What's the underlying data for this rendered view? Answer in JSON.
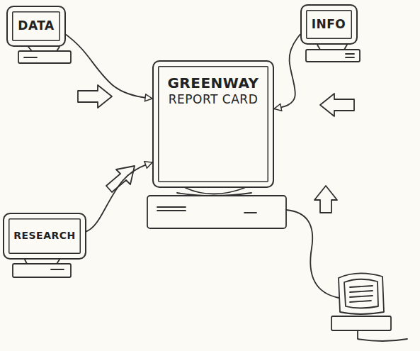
{
  "diagram": {
    "nodes": [
      {
        "text": [
          "DATA"
        ]
      },
      {
        "text": [
          "INFO"
        ]
      },
      {
        "text": [
          "GREENWAY",
          "REPORT CARD"
        ]
      },
      {
        "text": [
          "RESEARCH"
        ]
      }
    ],
    "edges": [
      {
        "from": 0,
        "to": 2,
        "arrow": "to"
      },
      {
        "from": 1,
        "to": 2,
        "arrow": "to"
      },
      {
        "from": 3,
        "to": 2,
        "arrow": "to"
      }
    ]
  }
}
